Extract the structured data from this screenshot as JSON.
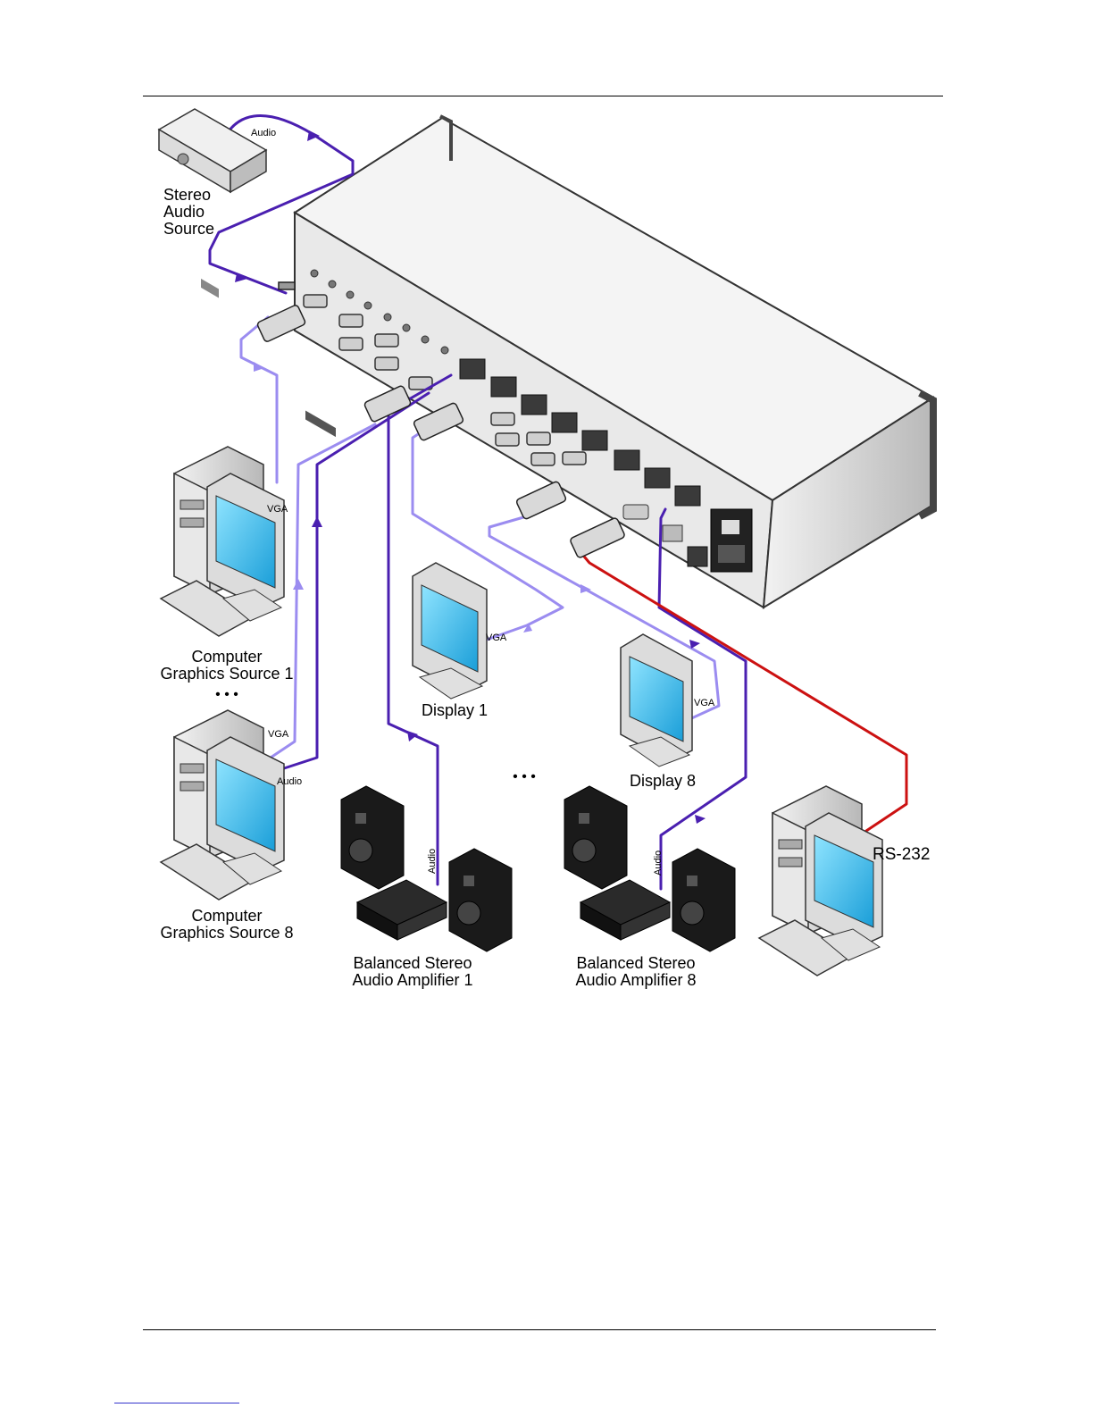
{
  "labels": {
    "audio_src_cable": "Audio",
    "stereo_audio_source": [
      "Stereo",
      "Audio",
      "Source"
    ],
    "vga_src1": "VGA",
    "computer_src1": [
      "Computer",
      "Graphics Source 1"
    ],
    "dots_left": "• • •",
    "vga_src8": "VGA",
    "audio_src8": "Audio",
    "computer_src8": [
      "Computer",
      "Graphics Source 8"
    ],
    "vga_disp1": "VGA",
    "display1": "Display 1",
    "dots_mid": "• • •",
    "vga_disp8": "VGA",
    "display8": "Display 8",
    "audio_amp1": "Audio",
    "amp1": [
      "Balanced Stereo",
      "Audio Amplifier 1"
    ],
    "audio_amp8": "Audio",
    "amp8": [
      "Balanced Stereo",
      "Audio Amplifier 8"
    ],
    "rs232": "RS-232"
  },
  "colors": {
    "vga_cable": "#9b8cf0",
    "audio_cable": "#4a1fb0",
    "rs232_cable": "#cc1111",
    "monitor_screen": "#2ec0f0",
    "device_body": "#d8d8d8",
    "speaker": "#1a1a1a"
  },
  "icons": [
    "stereo-audio-source-icon",
    "matrix-switcher-icon",
    "computer-icon",
    "monitor-icon",
    "speaker-icon",
    "amplifier-icon",
    "vga-connector-icon"
  ]
}
